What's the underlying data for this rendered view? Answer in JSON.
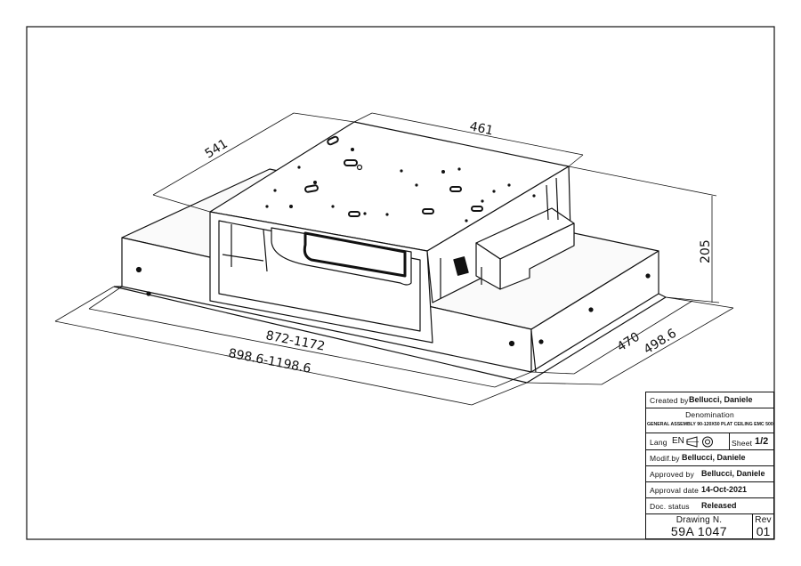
{
  "dimensions": {
    "depth_top": "541",
    "width_top": "461",
    "height": "205",
    "length_inner": "872-1172",
    "length_outer": "898.6-1198.6",
    "depth_inner": "470",
    "depth_outer": "498.6"
  },
  "title_block": {
    "created_by_label": "Created by",
    "created_by_value": "Bellucci, Daniele",
    "denomination_label": "Denomination",
    "denomination_value": "GENERAL ASSEMBLY 90-120X50 PLAT CEILING EMC 5000",
    "lang_label": "Lang",
    "lang_value": "EN",
    "sheet_label": "Sheet",
    "sheet_value": "1/2",
    "modif_label": "Modif.by",
    "modif_value": "Bellucci, Daniele",
    "approved_by_label": "Approved by",
    "approved_by_value": "Bellucci, Daniele",
    "approval_date_label": "Approval date",
    "approval_date_value": "14-Oct-2021",
    "doc_status_label": "Doc. status",
    "doc_status_value": "Released",
    "drawing_no_label": "Drawing N.",
    "drawing_no_value": "59A 1047",
    "rev_label": "Rev",
    "rev_value": "01"
  },
  "icons": [
    "projection-symbol-icon"
  ]
}
